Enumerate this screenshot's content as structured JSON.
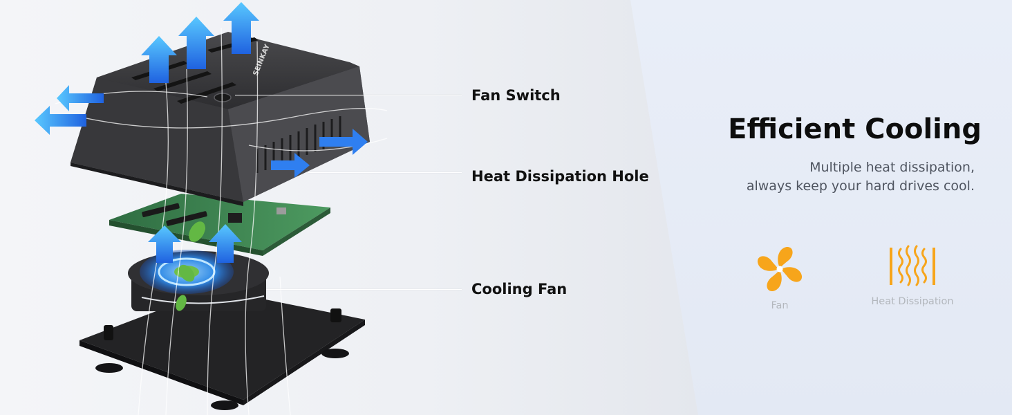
{
  "callouts": {
    "fan_switch": "Fan Switch",
    "heat_hole": "Heat Dissipation Hole",
    "cooling_fan": "Cooling Fan"
  },
  "brand_on_device": "SEINKAY",
  "headline": "Efficient Cooling",
  "subtext": {
    "line1": "Multiple heat dissipation,",
    "line2": "always keep your hard drives cool."
  },
  "features": [
    {
      "label": "Fan",
      "icon": "fan-icon"
    },
    {
      "label": "Heat Dissipation",
      "icon": "heat-dissipation-icon"
    }
  ],
  "colors": {
    "accent_orange": "#f7a51b",
    "airflow_blue": "#2f8ff0",
    "device_dark": "#3a3a3c",
    "pcb_green": "#3e8a52"
  }
}
